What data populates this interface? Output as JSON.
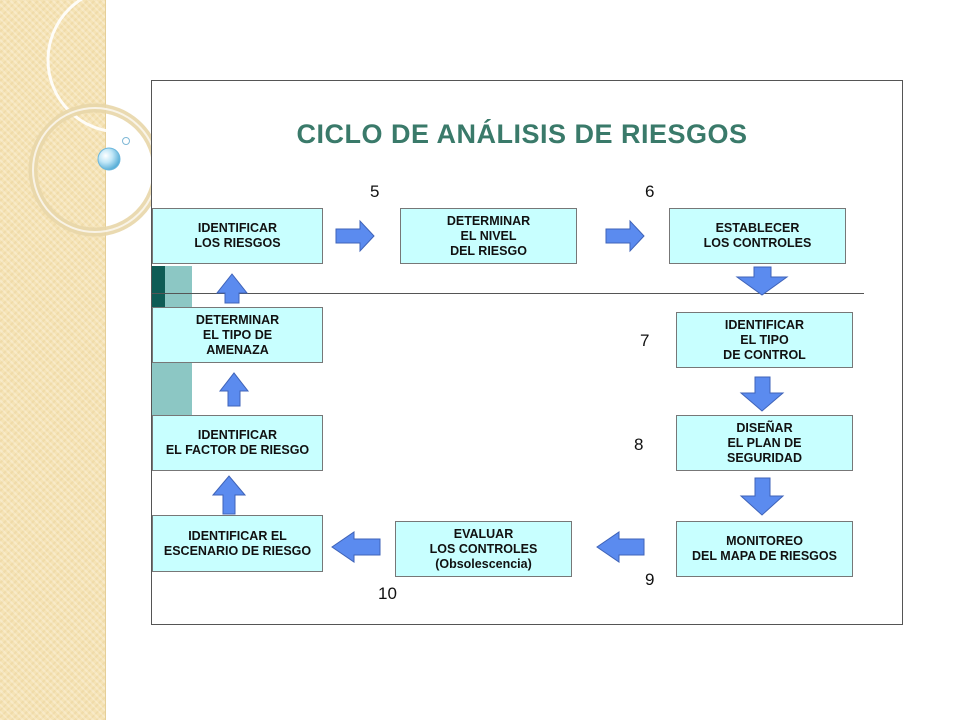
{
  "title": "CICLO DE ANÁLISIS DE RIESGOS",
  "nodes": {
    "identificar_riesgos": "IDENTIFICAR\nLOS RIESGOS",
    "determinar_nivel": "DETERMINAR\nEL NIVEL\nDEL RIESGO",
    "establecer_controles": "ESTABLECER\nLOS CONTROLES",
    "determinar_amenaza": "DETERMINAR\nEL TIPO DE\nAMENAZA",
    "identificar_tipo_control": "IDENTIFICAR\nEL TIPO\nDE CONTROL",
    "identificar_factor": "IDENTIFICAR\nEL FACTOR DE RIESGO",
    "disenar_plan": "DISEÑAR\nEL PLAN DE\nSEGURIDAD",
    "identificar_escenario": "IDENTIFICAR EL\nESCENARIO DE RIESGO",
    "evaluar_controles": "EVALUAR\nLOS CONTROLES\n(Obsolescencia)",
    "monitoreo": "MONITOREO\nDEL MAPA DE RIESGOS"
  },
  "step_numbers": {
    "n5": "5",
    "n6": "6",
    "n7": "7",
    "n8": "8",
    "n9": "9",
    "n10": "10"
  },
  "colors": {
    "box_fill": "#c8ffff",
    "arrow_fill": "#5b8bef",
    "title_color": "#3a7a6a",
    "side_band": "#f5e3b5"
  }
}
